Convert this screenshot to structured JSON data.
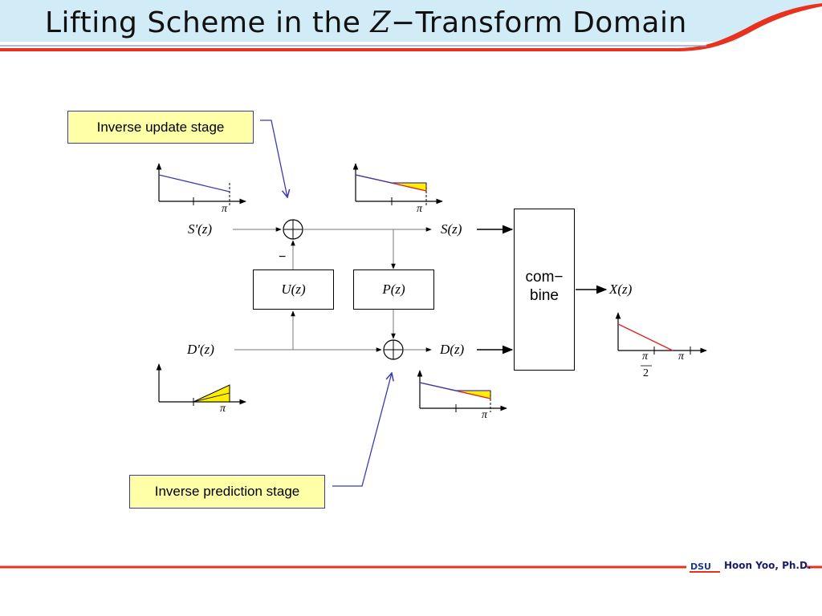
{
  "slide": {
    "title_prefix": "Lifting Scheme in the ",
    "title_var": "Z",
    "title_suffix": "−Transform Domain"
  },
  "callouts": {
    "update": "Inverse update stage",
    "predict": "Inverse prediction stage"
  },
  "signals": {
    "s_prime": "S'(z)",
    "d_prime": "D'(z)",
    "s_out": "S(z)",
    "d_out": "D(z)",
    "x_out": "X(z)"
  },
  "blocks": {
    "update": "U(z)",
    "predict": "P(z)",
    "combine_line1": "com−",
    "combine_line2": "bine"
  },
  "labels": {
    "minus": "−",
    "pi": "π",
    "pi_over_2_num": "π",
    "pi_over_2_den": "2"
  },
  "footer": {
    "logo_text": "DSU",
    "author": "Hoon Yoo,  Ph.D."
  },
  "colors": {
    "accent_red": "#e8321e",
    "header_cyan": "#d2ecf7",
    "callout_fill": "#ffffa8",
    "spectrum_blue": "#3a3ab0",
    "spectrum_red": "#e02020",
    "spectrum_yellow": "#ffee00"
  }
}
